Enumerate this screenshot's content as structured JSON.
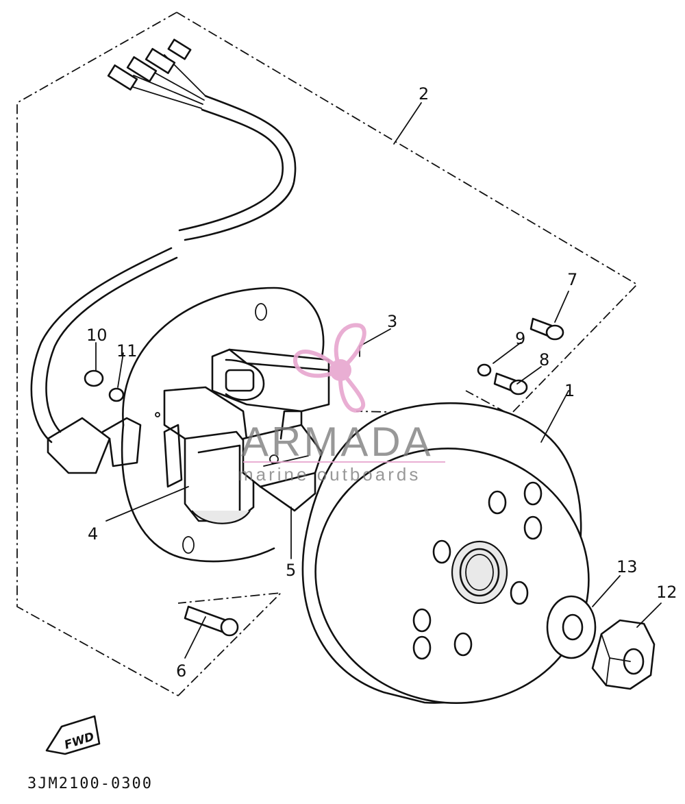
{
  "callouts": [
    {
      "id": "1",
      "label": "1"
    },
    {
      "id": "2",
      "label": "2"
    },
    {
      "id": "3",
      "label": "3"
    },
    {
      "id": "4",
      "label": "4"
    },
    {
      "id": "5",
      "label": "5"
    },
    {
      "id": "6",
      "label": "6"
    },
    {
      "id": "7",
      "label": "7"
    },
    {
      "id": "8",
      "label": "8"
    },
    {
      "id": "9",
      "label": "9"
    },
    {
      "id": "10",
      "label": "10"
    },
    {
      "id": "11",
      "label": "11"
    },
    {
      "id": "12",
      "label": "12"
    },
    {
      "id": "13",
      "label": "13"
    }
  ],
  "direction_label": "FWD",
  "drawing_code": "3JM2100-0300",
  "watermark": {
    "brand": "ARMADA",
    "tagline": "marine outboards",
    "accent_color": "#e7a6cf"
  }
}
